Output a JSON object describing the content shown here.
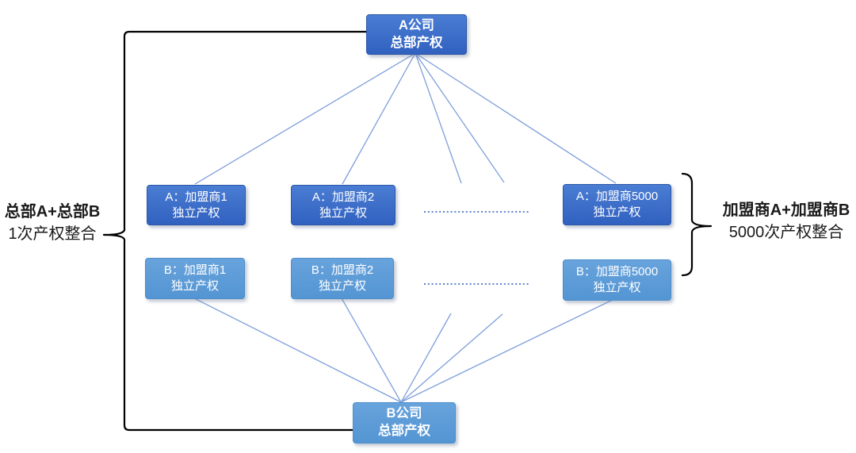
{
  "colors": {
    "dark_node_top": "#4a7dd3",
    "dark_node_bottom": "#3161c0",
    "dark_node_border": "#2b57a8",
    "light_node_top": "#68a3dc",
    "light_node_bottom": "#5395d3",
    "light_node_border": "#4d8ec9",
    "connector": "#7f9fdb",
    "dotted": "#4472c4",
    "bracket": "#000000",
    "text_on_node": "#ffffff",
    "label_text": "#1a1a1a"
  },
  "nodes": {
    "a_hq": {
      "line1": "A公司",
      "line2": "总部产权"
    },
    "b_hq": {
      "line1": "B公司",
      "line2": "总部产权"
    },
    "row_a": [
      {
        "line1": "A：加盟商1",
        "line2": "独立产权"
      },
      {
        "line1": "A：加盟商2",
        "line2": "独立产权"
      },
      {
        "line1": "A：加盟商5000",
        "line2": "独立产权"
      }
    ],
    "row_b": [
      {
        "line1": "B：加盟商1",
        "line2": "独立产权"
      },
      {
        "line1": "B：加盟商2",
        "line2": "独立产权"
      },
      {
        "line1": "B：加盟商5000",
        "line2": "独立产权"
      }
    ]
  },
  "annotations": {
    "left": {
      "line1": "总部A+总部B",
      "line2": "1次产权整合"
    },
    "right": {
      "line1": "加盟商A+加盟商B",
      "line2": "5000次产权整合"
    }
  }
}
